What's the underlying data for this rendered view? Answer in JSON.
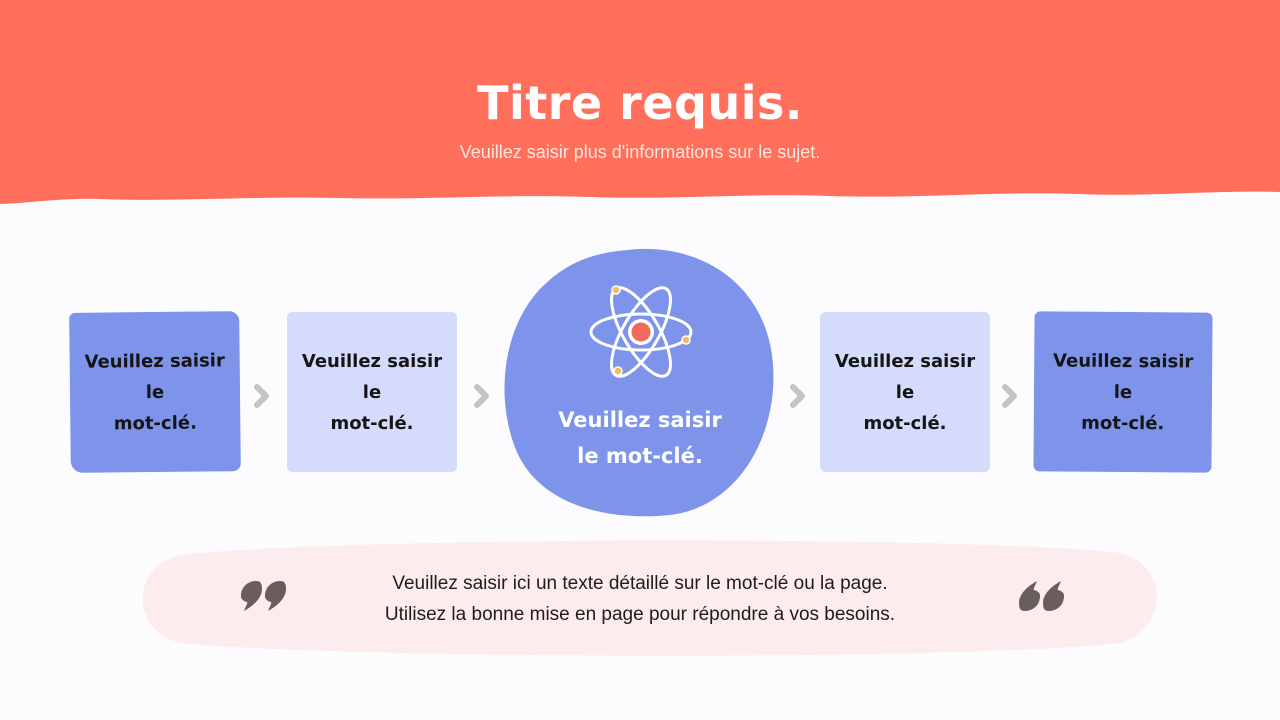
{
  "header": {
    "title": "Titre requis.",
    "subtitle": "Veuillez saisir plus d'informations sur le sujet."
  },
  "flow": {
    "cards": [
      {
        "text": "Veuillez saisir\nle\nmot-clé.",
        "style": "dark"
      },
      {
        "text": "Veuillez saisir\nle\nmot-clé.",
        "style": "light"
      },
      {
        "text": "Veuillez saisir\nle\nmot-clé.",
        "style": "light"
      },
      {
        "text": "Veuillez saisir\nle\nmot-clé.",
        "style": "dark"
      }
    ],
    "center": {
      "text": "Veuillez saisir\nle mot-clé.",
      "icon": "atom-icon"
    }
  },
  "quote": {
    "text": "Veuillez saisir ici un texte détaillé sur le mot-clé ou la page.\nUtilisez la bonne mise en page pour répondre à vos besoins."
  },
  "colors": {
    "header": "#ff6f5c",
    "card_dark": "#7e94ea",
    "card_light": "#d5dbfb",
    "center_blob": "#7e94ea",
    "quote_bg": "#fdeced",
    "quote_marks": "#6a5d5d",
    "chevron": "#c4c4c4",
    "atom_nucleus": "#f06a5a",
    "atom_electron": "#f4b860"
  }
}
